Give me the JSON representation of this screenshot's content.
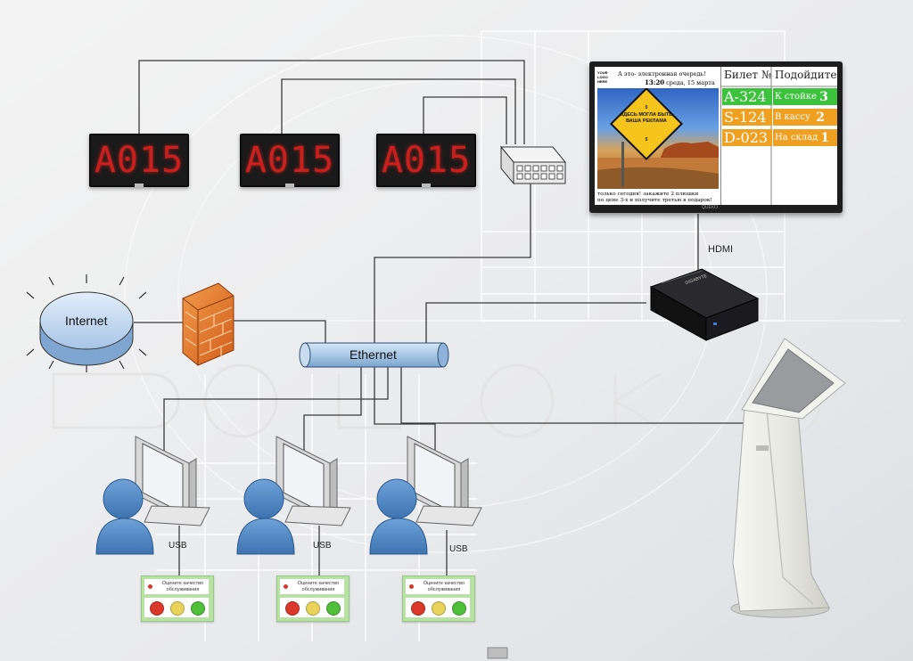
{
  "led_displays": [
    {
      "id": "led-1",
      "text": "A015"
    },
    {
      "id": "led-2",
      "text": "A015"
    },
    {
      "id": "led-3",
      "text": "A015"
    }
  ],
  "network": {
    "internet_label": "Internet",
    "ethernet_label": "Ethernet",
    "hdmi_label": "HDMI",
    "usb_label": "USB",
    "mini_pc_brand": "GIGABYTE",
    "tv_brand": "QUEKO"
  },
  "queue_screen": {
    "logo_text": "YOUR LOGO HERE",
    "top_line": "А это- электронная очередь!",
    "time": "13:20",
    "date": "среда, 15 марта",
    "sign_text": "ЗДЕСЬ МОГЛА БЫТЬ ВАША РЕКЛАМА",
    "sign_number": "5",
    "promo_line1": "только сегодня! закажите 2 плюшки",
    "promo_line2": "по цене 3-х и получите третью в подарок!",
    "col_ticket": "Билет №",
    "col_go": "Подойдите",
    "rows": [
      {
        "ticket": "A-324",
        "dest": "К стойке",
        "num": "3",
        "color": "#3cc23c"
      },
      {
        "ticket": "S-124",
        "dest": "В кассу",
        "num": "2",
        "color": "#f0a020"
      },
      {
        "ticket": "D-023",
        "dest": "На склад",
        "num": "1",
        "color": "#f0a020"
      }
    ]
  },
  "rating_terminal": {
    "prompt": "Оцените качество обслуживания",
    "face_colors": [
      "#d9382a",
      "#e9d35a",
      "#4fbf3a"
    ]
  },
  "colors": {
    "line": "#3a3a3a",
    "cable_blue": "#a8c9e6",
    "user_blue": "#4e87c5",
    "led_red": "#c8201f"
  }
}
